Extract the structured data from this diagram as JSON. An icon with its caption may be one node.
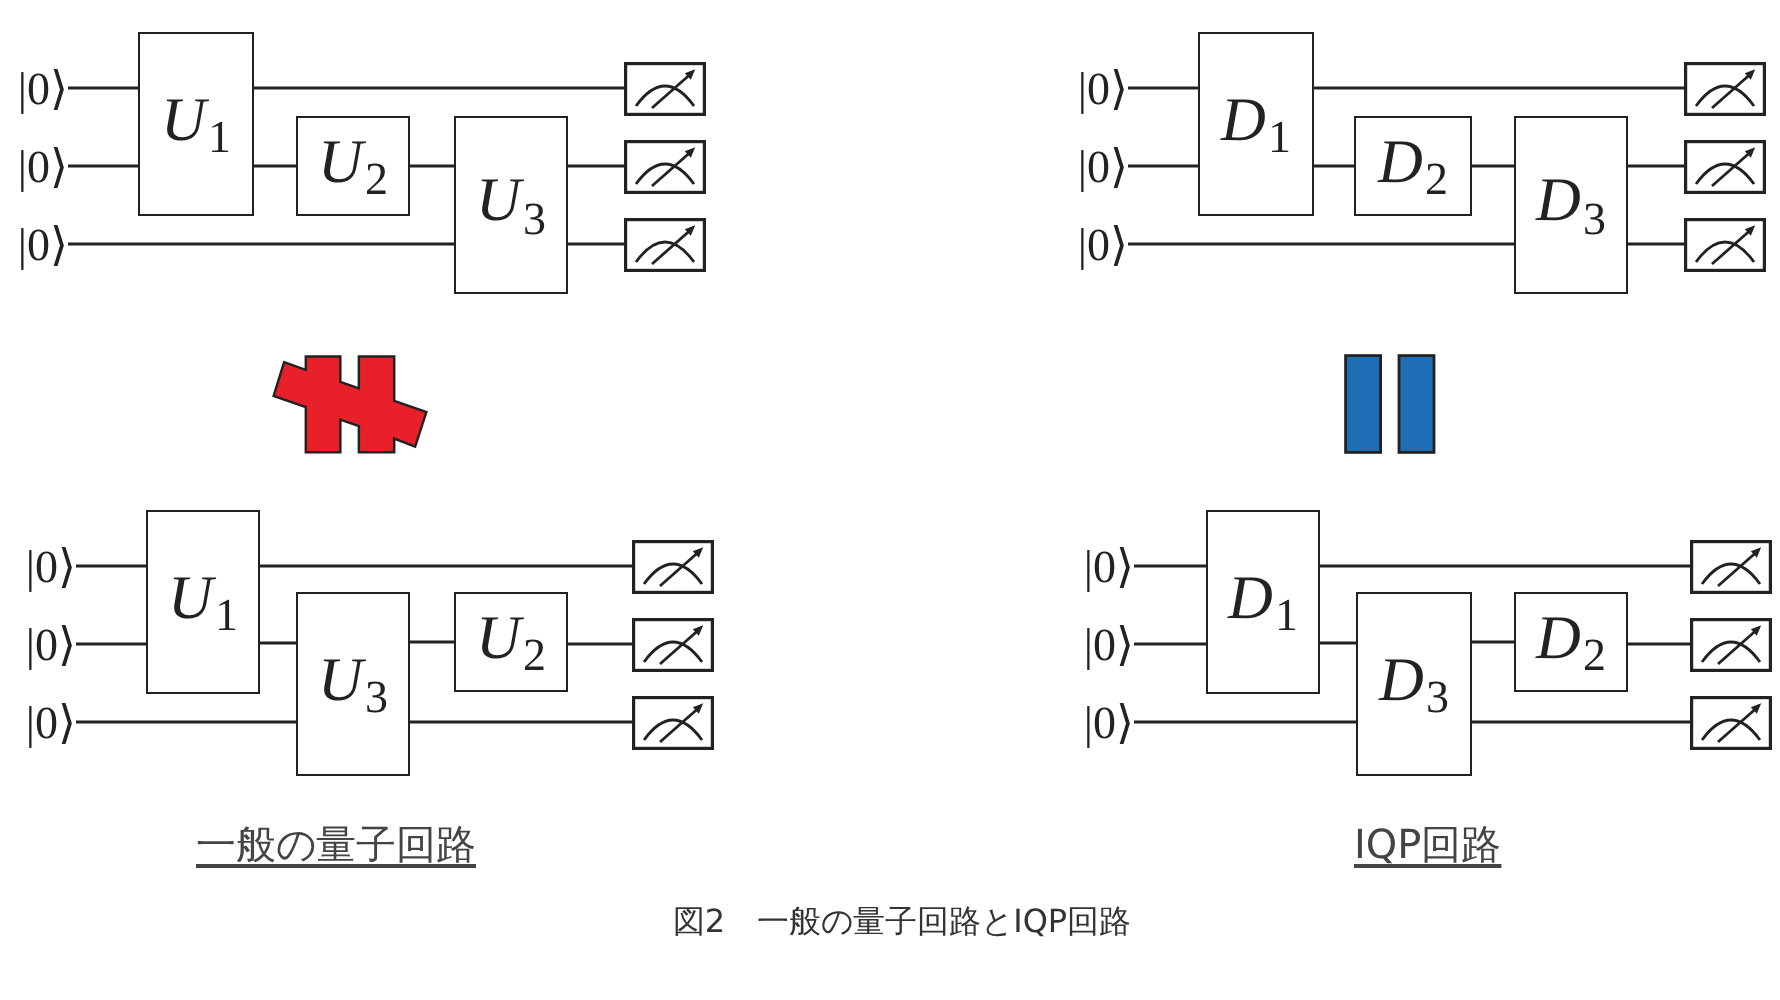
{
  "diagram": {
    "caption": "図2　一般の量子回路とIQP回路",
    "nodes": [
      {
        "text": [
          "|0⟩"
        ]
      },
      {
        "text": [
          "|0⟩"
        ]
      },
      {
        "text": [
          "|0⟩"
        ]
      },
      {
        "text": [
          "U$_{1}$"
        ]
      },
      {
        "text": [
          "U$_{2}$"
        ]
      },
      {
        "text": [
          "U$_{3}$"
        ]
      },
      {
        "text": [],
        "shape": "box"
      },
      {
        "text": [],
        "shape": "box"
      },
      {
        "text": [],
        "shape": "box"
      },
      {
        "text": [
          "|0⟩"
        ]
      },
      {
        "text": [
          "|0⟩"
        ]
      },
      {
        "text": [
          "|0⟩"
        ]
      },
      {
        "text": [
          "D$_{1}$"
        ]
      },
      {
        "text": [
          "D$_{2}$"
        ]
      },
      {
        "text": [
          "D$_{3}$"
        ]
      },
      {
        "text": [],
        "shape": "box"
      },
      {
        "text": [],
        "shape": "box"
      },
      {
        "text": [],
        "shape": "box"
      },
      {
        "text": [
          "|0⟩"
        ]
      },
      {
        "text": [
          "|0⟩"
        ]
      },
      {
        "text": [
          "|0⟩"
        ]
      },
      {
        "text": [
          "U$_{1}$"
        ]
      },
      {
        "text": [
          "U$_{3}$"
        ]
      },
      {
        "text": [
          "U$_{2}$"
        ]
      },
      {
        "text": [],
        "shape": "box"
      },
      {
        "text": [],
        "shape": "box"
      },
      {
        "text": [],
        "shape": "box"
      },
      {
        "text": [
          "|0⟩"
        ]
      },
      {
        "text": [
          "|0⟩"
        ]
      },
      {
        "text": [
          "|0⟩"
        ]
      },
      {
        "text": [
          "D$_{1}$"
        ]
      },
      {
        "text": [
          "D$_{3}$"
        ]
      },
      {
        "text": [
          "D$_{2}$"
        ]
      },
      {
        "text": [],
        "shape": "box"
      },
      {
        "text": [],
        "shape": "box"
      },
      {
        "text": [],
        "shape": "box"
      }
    ],
    "edges": [
      {
        "from": 0,
        "to": 3,
        "arrow": "none"
      },
      {
        "from": 3,
        "to": 6,
        "arrow": "none"
      },
      {
        "from": 1,
        "to": 3,
        "arrow": "none"
      },
      {
        "from": 3,
        "to": 4,
        "arrow": "none"
      },
      {
        "from": 4,
        "to": 5,
        "arrow": "none"
      },
      {
        "from": 5,
        "to": 7,
        "arrow": "none"
      },
      {
        "from": 2,
        "to": 5,
        "arrow": "none"
      },
      {
        "from": 5,
        "to": 8,
        "arrow": "none"
      },
      {
        "from": 9,
        "to": 12,
        "arrow": "none"
      },
      {
        "from": 12,
        "to": 15,
        "arrow": "none"
      },
      {
        "from": 10,
        "to": 12,
        "arrow": "none"
      },
      {
        "from": 12,
        "to": 13,
        "arrow": "none"
      },
      {
        "from": 13,
        "to": 14,
        "arrow": "none"
      },
      {
        "from": 14,
        "to": 16,
        "arrow": "none"
      },
      {
        "from": 11,
        "to": 14,
        "arrow": "none"
      },
      {
        "from": 14,
        "to": 17,
        "arrow": "none"
      },
      {
        "from": 18,
        "to": 21,
        "arrow": "none"
      },
      {
        "from": 21,
        "to": 24,
        "arrow": "none"
      },
      {
        "from": 19,
        "to": 21,
        "arrow": "none"
      },
      {
        "from": 21,
        "to": 22,
        "arrow": "none"
      },
      {
        "from": 22,
        "to": 23,
        "arrow": "none"
      },
      {
        "from": 23,
        "to": 25,
        "arrow": "none"
      },
      {
        "from": 20,
        "to": 22,
        "arrow": "none"
      },
      {
        "from": 22,
        "to": 26,
        "arrow": "none"
      },
      {
        "from": 27,
        "to": 30,
        "arrow": "none"
      },
      {
        "from": 30,
        "to": 33,
        "arrow": "none"
      },
      {
        "from": 28,
        "to": 30,
        "arrow": "none"
      },
      {
        "from": 30,
        "to": 31,
        "arrow": "none"
      },
      {
        "from": 31,
        "to": 32,
        "arrow": "none"
      },
      {
        "from": 32,
        "to": 34,
        "arrow": "none"
      },
      {
        "from": 29,
        "to": 31,
        "arrow": "none"
      },
      {
        "from": 31,
        "to": 35,
        "arrow": "none"
      }
    ],
    "labels": [
      "一般の量子回路",
      "IQP回路"
    ]
  }
}
